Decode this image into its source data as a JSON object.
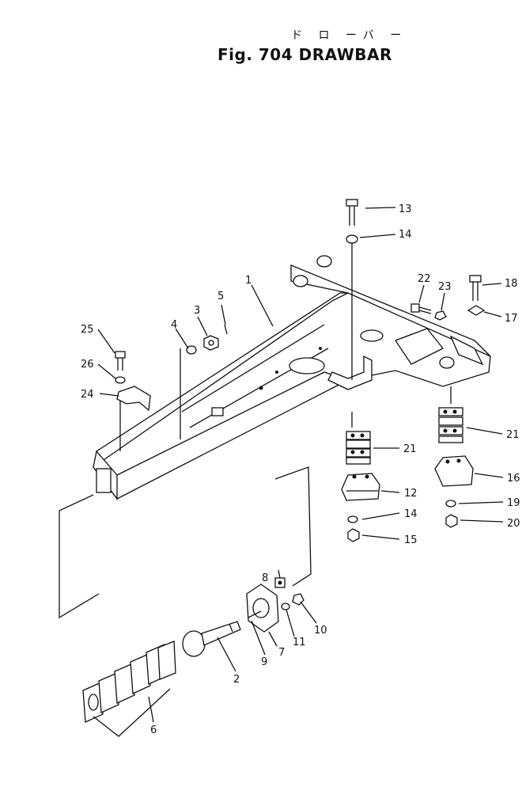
{
  "title": {
    "japanese": "ド ロ ーバ ー",
    "figure": "Fig. 704  DRAWBAR"
  },
  "callouts": [
    {
      "n": "1"
    },
    {
      "n": "2"
    },
    {
      "n": "3"
    },
    {
      "n": "4"
    },
    {
      "n": "5"
    },
    {
      "n": "6"
    },
    {
      "n": "7"
    },
    {
      "n": "8"
    },
    {
      "n": "9"
    },
    {
      "n": "10"
    },
    {
      "n": "11"
    },
    {
      "n": "12"
    },
    {
      "n": "13"
    },
    {
      "n": "14"
    },
    {
      "n": "14"
    },
    {
      "n": "15"
    },
    {
      "n": "16"
    },
    {
      "n": "17"
    },
    {
      "n": "18"
    },
    {
      "n": "19"
    },
    {
      "n": "20"
    },
    {
      "n": "21"
    },
    {
      "n": "21"
    },
    {
      "n": "22"
    },
    {
      "n": "23"
    },
    {
      "n": "24"
    },
    {
      "n": "25"
    },
    {
      "n": "26"
    }
  ]
}
